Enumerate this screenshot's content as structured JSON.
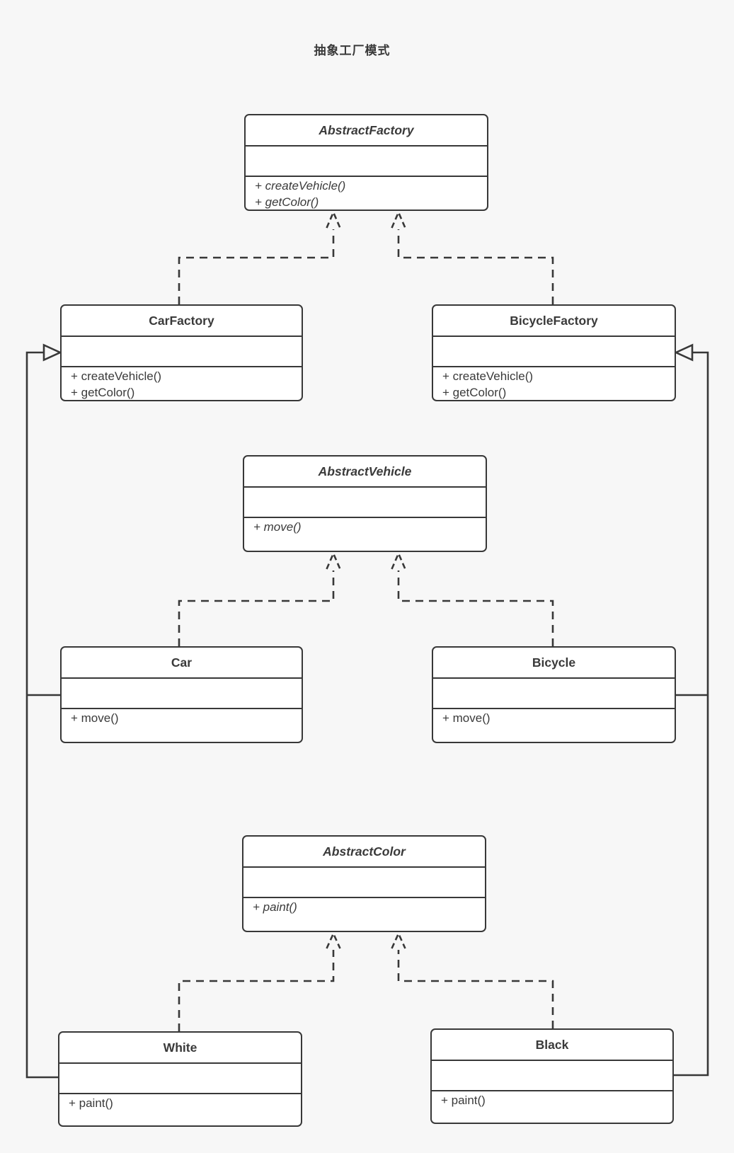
{
  "page": {
    "title": "抽象工厂模式",
    "background_color": "#f7f7f7",
    "stroke_color": "#383838",
    "box_fill_color": "#ffffff",
    "text_color": "#3a3a3a"
  },
  "classes": [
    {
      "id": "abstract-factory",
      "name": "AbstractFactory",
      "abstract": true,
      "attributes": [],
      "methods": [
        "+ createVehicle()",
        "+ getColor()"
      ]
    },
    {
      "id": "car-factory",
      "name": "CarFactory",
      "abstract": false,
      "attributes": [],
      "methods": [
        "+ createVehicle()",
        "+ getColor()"
      ]
    },
    {
      "id": "bicycle-factory",
      "name": "BicycleFactory",
      "abstract": false,
      "attributes": [],
      "methods": [
        "+ createVehicle()",
        "+ getColor()"
      ]
    },
    {
      "id": "abstract-vehicle",
      "name": "AbstractVehicle",
      "abstract": true,
      "attributes": [],
      "methods": [
        "+ move()"
      ]
    },
    {
      "id": "car",
      "name": "Car",
      "abstract": false,
      "attributes": [],
      "methods": [
        "+ move()"
      ]
    },
    {
      "id": "bicycle",
      "name": "Bicycle",
      "abstract": false,
      "attributes": [],
      "methods": [
        "+ move()"
      ]
    },
    {
      "id": "abstract-color",
      "name": "AbstractColor",
      "abstract": true,
      "attributes": [],
      "methods": [
        "+ paint()"
      ]
    },
    {
      "id": "white",
      "name": "White",
      "abstract": false,
      "attributes": [],
      "methods": [
        "+ paint()"
      ]
    },
    {
      "id": "black",
      "name": "Black",
      "abstract": false,
      "attributes": [],
      "methods": [
        "+ paint()"
      ]
    }
  ],
  "relations": [
    {
      "from": "CarFactory",
      "to": "AbstractFactory",
      "line": "dashed",
      "arrow": "open-v"
    },
    {
      "from": "BicycleFactory",
      "to": "AbstractFactory",
      "line": "dashed",
      "arrow": "open-v"
    },
    {
      "from": "Car",
      "to": "AbstractVehicle",
      "line": "dashed",
      "arrow": "open-v"
    },
    {
      "from": "Bicycle",
      "to": "AbstractVehicle",
      "line": "dashed",
      "arrow": "open-v"
    },
    {
      "from": "White",
      "to": "AbstractColor",
      "line": "dashed",
      "arrow": "open-v"
    },
    {
      "from": "Black",
      "to": "AbstractColor",
      "line": "dashed",
      "arrow": "open-v"
    },
    {
      "from": "Car",
      "to": "CarFactory",
      "line": "solid",
      "arrow": "hollow-triangle"
    },
    {
      "from": "White",
      "to": "CarFactory",
      "line": "solid",
      "arrow": "hollow-triangle"
    },
    {
      "from": "Bicycle",
      "to": "BicycleFactory",
      "line": "solid",
      "arrow": "hollow-triangle"
    },
    {
      "from": "Black",
      "to": "BicycleFactory",
      "line": "solid",
      "arrow": "hollow-triangle"
    }
  ]
}
